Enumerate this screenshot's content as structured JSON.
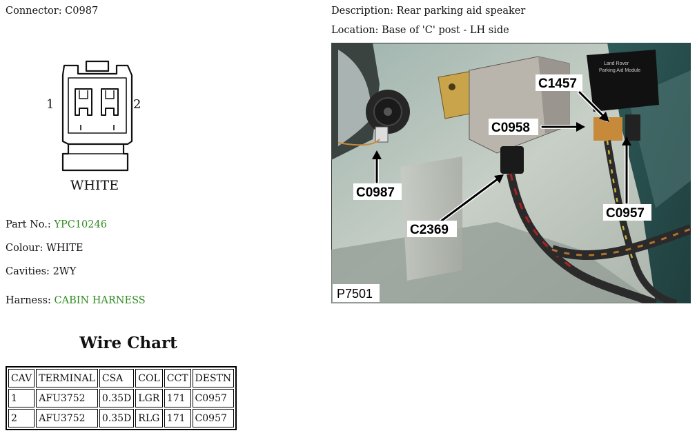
{
  "connector": {
    "label": "Connector: C0987"
  },
  "diagram": {
    "pin_left": "1",
    "pin_right": "2",
    "color_label": "WHITE"
  },
  "part": {
    "label": "Part No.:",
    "value": "YPC10246"
  },
  "colour": {
    "label": "Colour:",
    "value": "WHITE"
  },
  "cavities": {
    "label": "Cavities:",
    "value": "2WY"
  },
  "harness": {
    "label": "Harness:",
    "value": "CABIN HARNESS"
  },
  "description": "Description: Rear parking aid speaker",
  "location": "Location: Base of 'C' post - LH side",
  "photo": {
    "id_label": "P7501",
    "callouts": {
      "c1457": "C1457",
      "c0958": "C0958",
      "c0987": "C0987",
      "c2369": "C2369",
      "c0957": "C0957"
    },
    "module_text": [
      "Land Rover",
      "Parking Aid Module"
    ]
  },
  "wire_chart": {
    "title": "Wire Chart",
    "headers": [
      "CAV",
      "TERMINAL",
      "CSA",
      "COL",
      "CCT",
      "DESTN"
    ],
    "rows": [
      [
        "1",
        "AFU3752",
        "0.35D",
        "LGR",
        "171",
        "C0957"
      ],
      [
        "2",
        "AFU3752",
        "0.35D",
        "RLG",
        "171",
        "C0957"
      ]
    ]
  },
  "colors": {
    "link_green": "#2e8b1e"
  }
}
